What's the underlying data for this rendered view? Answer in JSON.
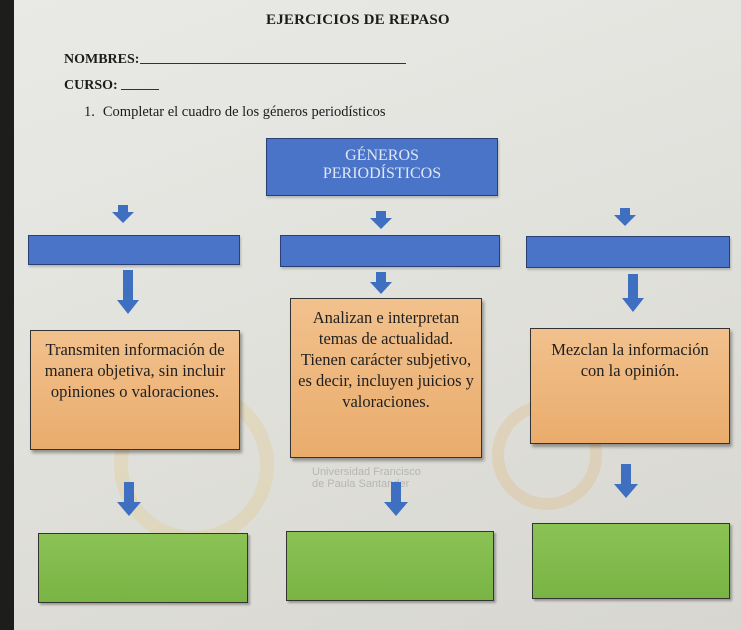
{
  "header": {
    "title": "EJERCICIOS DE REPASO",
    "nombres_label": "NOMBRES:",
    "curso_label": "CURSO:"
  },
  "exercise": {
    "number": "1.",
    "instruction": "Completar el cuadro de los géneros periodísticos"
  },
  "diagram": {
    "root_line1": "GÉNEROS",
    "root_line2": "PERIODÍSTICOS",
    "descriptions": [
      "Transmiten información de manera objetiva, sin incluir opiniones o valoraciones.",
      "Analizan e interpretan temas de actualidad. Tienen carácter subjetivo, es decir, incluyen juicios y valoraciones.",
      "Mezclan la información con la opinión."
    ]
  },
  "watermark": {
    "line1": "Universidad Francisco",
    "line2": "de Paula Santander"
  },
  "colors": {
    "blue_box": "#4a74c7",
    "orange_box": "#efb87f",
    "green_box": "#85bd4f",
    "arrow": "#3f6fc0"
  }
}
